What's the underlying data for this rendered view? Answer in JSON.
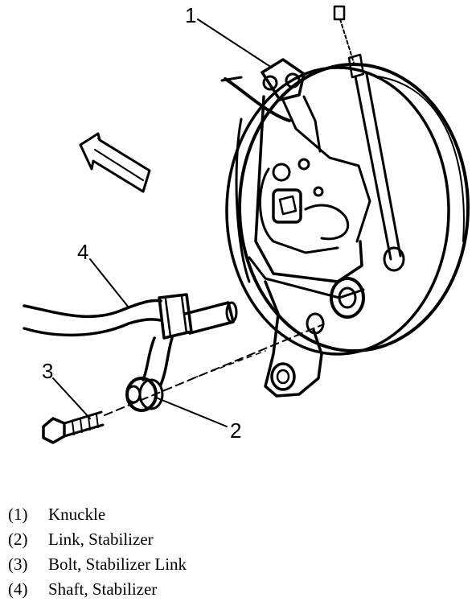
{
  "callouts": {
    "c1": "1",
    "c2": "2",
    "c3": "3",
    "c4": "4"
  },
  "legend": [
    {
      "num": "(1)",
      "label": "Knuckle"
    },
    {
      "num": "(2)",
      "label": "Link, Stabilizer"
    },
    {
      "num": "(3)",
      "label": "Bolt, Stabilizer Link"
    },
    {
      "num": "(4)",
      "label": "Shaft, Stabilizer"
    }
  ]
}
